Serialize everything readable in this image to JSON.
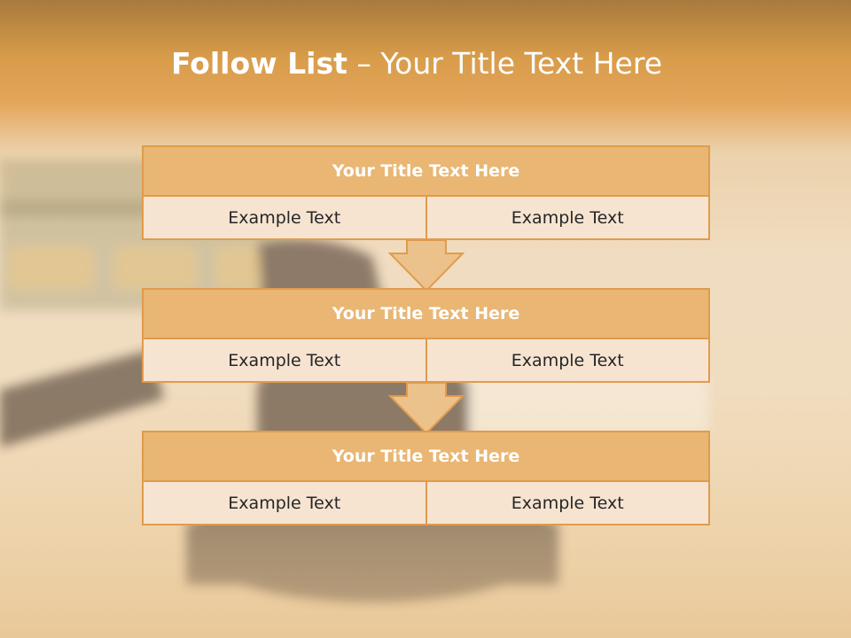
{
  "slide": {
    "title_main": "Follow List",
    "title_separator": " – ",
    "title_sub": "Your Title Text Here"
  },
  "blocks": [
    {
      "title": "Your Title Text Here",
      "cells": [
        "Example Text",
        "Example Text"
      ]
    },
    {
      "title": "Your Title Text Here",
      "cells": [
        "Example Text",
        "Example Text"
      ]
    },
    {
      "title": "Your Title Text Here",
      "cells": [
        "Example Text",
        "Example Text"
      ]
    }
  ],
  "colors": {
    "accent": "#e09b4d",
    "header_fill": "#e9b673",
    "row_fill": "#f6e4d1",
    "arrow_fill": "#ecc28c"
  },
  "icons": [
    "down-arrow-icon",
    "gavel-background"
  ]
}
